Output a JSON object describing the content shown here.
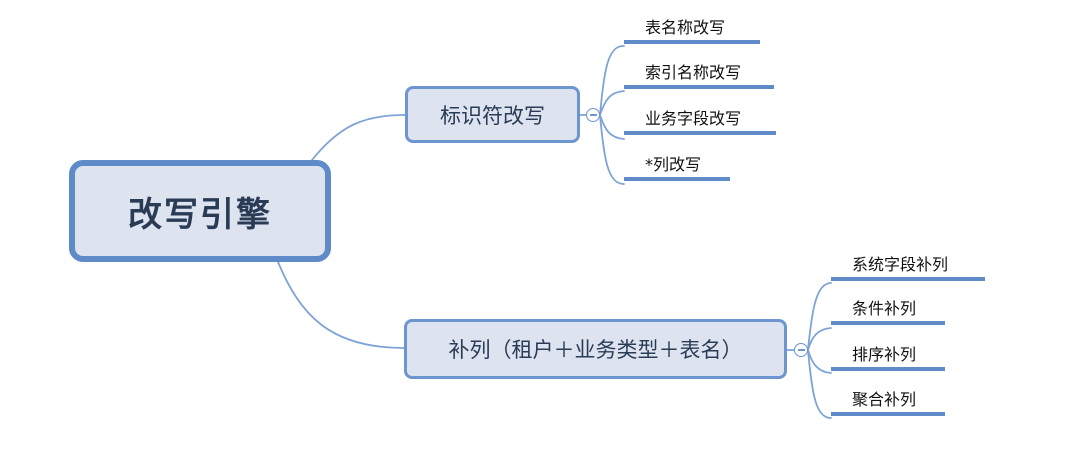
{
  "mindmap": {
    "root": {
      "label": "改写引擎"
    },
    "branches": [
      {
        "label": "标识符改写",
        "children": [
          {
            "label": "表名称改写"
          },
          {
            "label": "索引名称改写"
          },
          {
            "label": "业务字段改写"
          },
          {
            "label": "*列改写"
          }
        ]
      },
      {
        "label": "补列（租户＋业务类型＋表名）",
        "children": [
          {
            "label": "系统字段补列"
          },
          {
            "label": "条件补列"
          },
          {
            "label": "排序补列"
          },
          {
            "label": "聚合补列"
          }
        ]
      }
    ]
  },
  "colors": {
    "node_fill": "#dde4f0",
    "node_border": "#5f8bc9",
    "connector": "#7ea3d6",
    "root_text": "#2a3b56"
  }
}
